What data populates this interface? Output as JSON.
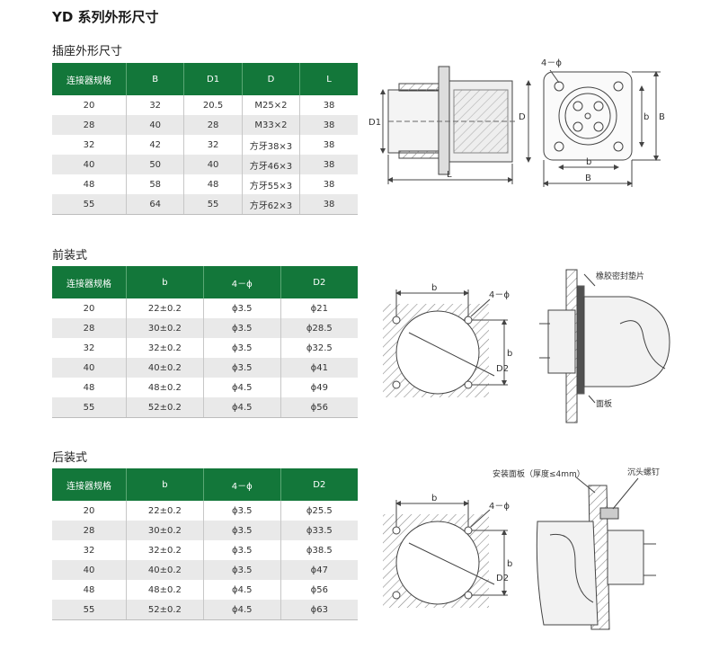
{
  "page": {
    "title": "YD 系列外形尺寸"
  },
  "sections": {
    "socket": {
      "title": "插座外形尺寸",
      "headers": [
        "连接器规格",
        "B",
        "D1",
        "D",
        "L"
      ],
      "rows": [
        [
          "20",
          "32",
          "20.5",
          "M25×2",
          "38"
        ],
        [
          "28",
          "40",
          "28",
          "M33×2",
          "38"
        ],
        [
          "32",
          "42",
          "32",
          "方牙38×3",
          "38"
        ],
        [
          "40",
          "50",
          "40",
          "方牙46×3",
          "38"
        ],
        [
          "48",
          "58",
          "48",
          "方牙55×3",
          "38"
        ],
        [
          "55",
          "64",
          "55",
          "方牙62×3",
          "38"
        ]
      ]
    },
    "front": {
      "title": "前装式",
      "headers": [
        "连接器规格",
        "b",
        "4－ϕ",
        "D2"
      ],
      "rows": [
        [
          "20",
          "22±0.2",
          "ϕ3.5",
          "ϕ21"
        ],
        [
          "28",
          "30±0.2",
          "ϕ3.5",
          "ϕ28.5"
        ],
        [
          "32",
          "32±0.2",
          "ϕ3.5",
          "ϕ32.5"
        ],
        [
          "40",
          "40±0.2",
          "ϕ3.5",
          "ϕ41"
        ],
        [
          "48",
          "48±0.2",
          "ϕ4.5",
          "ϕ49"
        ],
        [
          "55",
          "52±0.2",
          "ϕ4.5",
          "ϕ56"
        ]
      ]
    },
    "rear": {
      "title": "后装式",
      "headers": [
        "连接器规格",
        "b",
        "4－ϕ",
        "D2"
      ],
      "rows": [
        [
          "20",
          "22±0.2",
          "ϕ3.5",
          "ϕ25.5"
        ],
        [
          "28",
          "30±0.2",
          "ϕ3.5",
          "ϕ33.5"
        ],
        [
          "32",
          "32±0.2",
          "ϕ3.5",
          "ϕ38.5"
        ],
        [
          "40",
          "40±0.2",
          "ϕ3.5",
          "ϕ47"
        ],
        [
          "48",
          "48±0.2",
          "ϕ4.5",
          "ϕ56"
        ],
        [
          "55",
          "52±0.2",
          "ϕ4.5",
          "ϕ63"
        ]
      ]
    }
  },
  "drawings": {
    "socket_side": {
      "d1": "D1",
      "d": "D",
      "l": "L"
    },
    "socket_front": {
      "holes": "4－ϕ",
      "b": "b",
      "B": "B",
      "b_v": "b",
      "B_v": "B"
    },
    "front_cutout": {
      "b": "b",
      "holes": "4－ϕ",
      "b_v": "b",
      "d2": "D2"
    },
    "front_mount": {
      "gasket": "橡胶密封垫片",
      "panel": "面板"
    },
    "rear_cutout": {
      "b": "b",
      "holes": "4－ϕ",
      "b_v": "b",
      "d2": "D2"
    },
    "rear_mount": {
      "panel": "安装面板（厚度≤4mm）",
      "screw": "沉头螺钉"
    }
  },
  "colors": {
    "header_green": "#13773a",
    "row_alt": "#e9e9e9"
  }
}
